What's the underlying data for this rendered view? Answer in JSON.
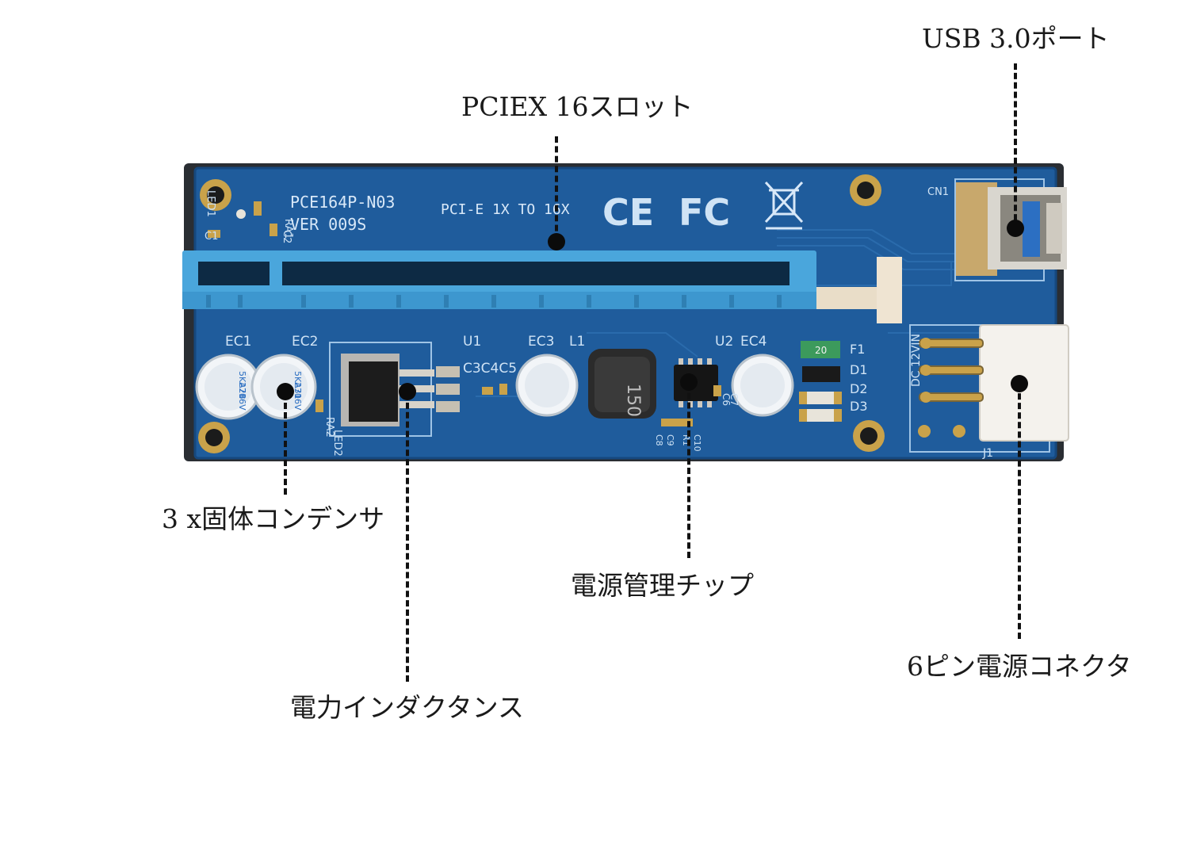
{
  "callouts": {
    "usb_port": "USB 3.0ポート",
    "pcie_slot": "PCIEX 16スロット",
    "capacitors": "3 x固体コンデンサ",
    "power_chip": "電源管理チップ",
    "six_pin": "6ピン電源コネクタ",
    "inductance": "電力インダクタンス"
  },
  "board": {
    "model": "PCE164P-N03",
    "version": "VER  009S",
    "slot_text": "PCI-E  1X  TO  16X",
    "ce_mark": "CE",
    "fc_mark": "FC",
    "cn1": "CN1",
    "c1": "C1",
    "led1": "LED1",
    "ra1": "RA1",
    "c2": "C2",
    "ec1": "EC1",
    "ec2": "EC2",
    "ec3": "EC3",
    "ec4": "EC4",
    "u1": "U1",
    "u2": "U2",
    "l1": "L1",
    "c345": "C3C4C5",
    "f1": "F1",
    "d1": "D1",
    "d2": "D2",
    "d3": "D3",
    "dc12v": "DC 12VIN",
    "j1": "J1",
    "ra2": "RA2",
    "led2": "LED2",
    "c6": "C6",
    "c7": "C7",
    "c8": "C8",
    "c9": "C9",
    "c10": "C10",
    "r1": "R1",
    "inductor_mark": "150",
    "cap_a_line1": "5KA28",
    "cap_a_line2": "270",
    "cap_a_line3": "16V",
    "cap_b_line1": "5KA31",
    "cap_b_line2": "270",
    "cap_b_line3": "16V",
    "fuse_mark": "20"
  },
  "colors": {
    "pcb": "#1f5c9c",
    "pcb_dark": "#17497d",
    "slot": "#4aa6dc",
    "leader": "#111111"
  }
}
